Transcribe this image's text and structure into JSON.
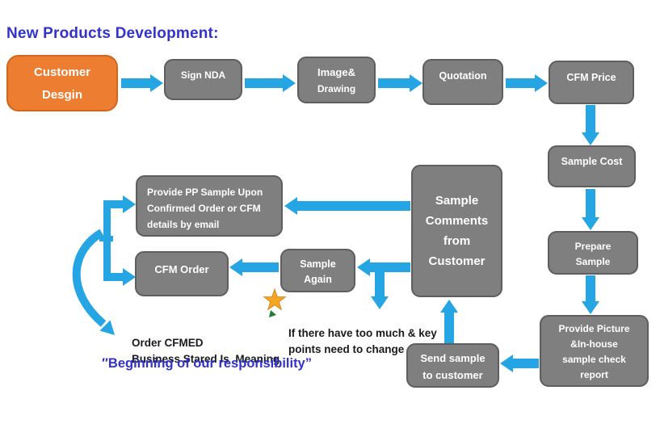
{
  "title": "New Products Development:",
  "palette": {
    "accent_blue": "#25A5E3",
    "box_gray": "#7F7F7F",
    "box_gray_border": "#5E5E5E",
    "orange": "#ED7D31",
    "orange_border": "#D0681C",
    "title_blue": "#3232CD",
    "note_black": "#1A1A1A",
    "star_gold": "#F5A623",
    "star_gold_border": "#D8891C",
    "mini_arrow_green": "#1E7E34"
  },
  "boxes": {
    "customer": {
      "lines": [
        "Customer",
        "Desgin"
      ]
    },
    "sign_nda": {
      "label": "Sign NDA"
    },
    "image_drawing": {
      "lines": [
        "Image&",
        "Drawing"
      ]
    },
    "quotation": {
      "label": "Quotation"
    },
    "cfm_price": {
      "label": "CFM Price"
    },
    "sample_cost": {
      "label": "Sample Cost"
    },
    "prepare_sample": {
      "lines": [
        "Prepare",
        "Sample"
      ]
    },
    "provide_picture": {
      "lines": [
        "Provide Picture",
        "&In-house",
        "sample check",
        "report"
      ]
    },
    "send_sample": {
      "lines": [
        "Send sample",
        "to customer"
      ]
    },
    "sample_comments": {
      "lines": [
        "Sample",
        "Comments",
        "from",
        "Customer"
      ]
    },
    "provide_pp": {
      "lines": [
        "Provide PP Sample Upon",
        "Confirmed Order or CFM",
        "details by email"
      ]
    },
    "cfm_order": {
      "label": "CFM Order"
    },
    "sample_again": {
      "lines": [
        "Sample",
        "Again"
      ]
    }
  },
  "notes": {
    "if_note": {
      "lines": [
        "If there have too much & key",
        "points need to change"
      ]
    },
    "order_note": {
      "lines": [
        "Order CFMED",
        "Business Stared Is  Meaning"
      ]
    },
    "responsibility": "″Beginning of our responsibility”"
  }
}
